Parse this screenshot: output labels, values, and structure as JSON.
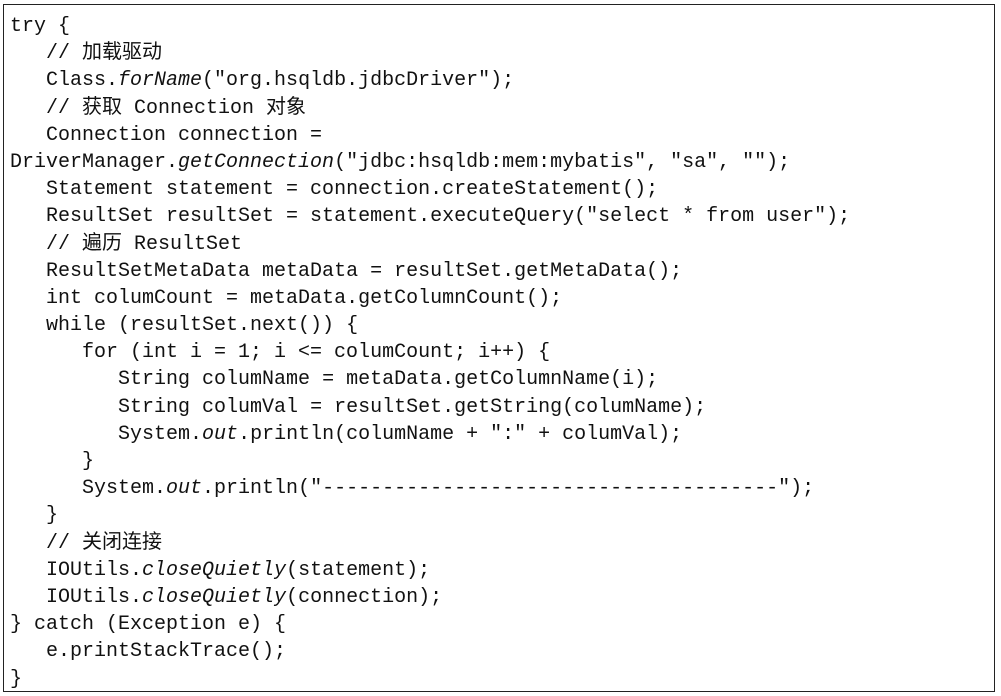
{
  "code": {
    "lines": [
      {
        "indent": "",
        "tokens": [
          {
            "t": "try {"
          }
        ]
      },
      {
        "indent": "   ",
        "tokens": [
          {
            "t": "// 加载驱动",
            "k": "comment"
          }
        ]
      },
      {
        "indent": "   ",
        "tokens": [
          {
            "t": "Class."
          },
          {
            "t": "forName",
            "k": "italic"
          },
          {
            "t": "(\"org.hsqldb.jdbcDriver\");"
          }
        ]
      },
      {
        "indent": "   ",
        "tokens": [
          {
            "t": "// 获取 Connection 对象",
            "k": "comment"
          }
        ]
      },
      {
        "indent": "   ",
        "tokens": [
          {
            "t": "Connection connection ="
          }
        ]
      },
      {
        "indent": "",
        "tokens": [
          {
            "t": "DriverManager."
          },
          {
            "t": "getConnection",
            "k": "italic"
          },
          {
            "t": "(\"jdbc:hsqldb:mem:mybatis\", \"sa\", \"\");"
          }
        ]
      },
      {
        "indent": "   ",
        "tokens": [
          {
            "t": "Statement statement = connection.createStatement();"
          }
        ]
      },
      {
        "indent": "   ",
        "tokens": [
          {
            "t": "ResultSet resultSet = statement.executeQuery(\"select * from user\");"
          }
        ]
      },
      {
        "indent": "   ",
        "tokens": [
          {
            "t": "// 遍历 ResultSet",
            "k": "comment"
          }
        ]
      },
      {
        "indent": "   ",
        "tokens": [
          {
            "t": "ResultSetMetaData metaData = resultSet.getMetaData();"
          }
        ]
      },
      {
        "indent": "   ",
        "tokens": [
          {
            "t": "int columCount = metaData.getColumnCount();"
          }
        ]
      },
      {
        "indent": "   ",
        "tokens": [
          {
            "t": "while (resultSet.next()) {"
          }
        ]
      },
      {
        "indent": "      ",
        "tokens": [
          {
            "t": "for (int i = 1; i <= columCount; i++) {"
          }
        ]
      },
      {
        "indent": "         ",
        "tokens": [
          {
            "t": "String columName = metaData.getColumnName(i);"
          }
        ]
      },
      {
        "indent": "         ",
        "tokens": [
          {
            "t": "String columVal = resultSet.getString(columName);"
          }
        ]
      },
      {
        "indent": "         ",
        "tokens": [
          {
            "t": "System."
          },
          {
            "t": "out",
            "k": "italic"
          },
          {
            "t": ".println(columName + \":\" + columVal);"
          }
        ]
      },
      {
        "indent": "      ",
        "tokens": [
          {
            "t": "}"
          }
        ]
      },
      {
        "indent": "      ",
        "tokens": [
          {
            "t": "System."
          },
          {
            "t": "out",
            "k": "italic"
          },
          {
            "t": ".println(\"--------------------------------------\");"
          }
        ]
      },
      {
        "indent": "   ",
        "tokens": [
          {
            "t": "}"
          }
        ]
      },
      {
        "indent": "   ",
        "tokens": [
          {
            "t": "// 关闭连接",
            "k": "comment"
          }
        ]
      },
      {
        "indent": "   ",
        "tokens": [
          {
            "t": "IOUtils."
          },
          {
            "t": "closeQuietly",
            "k": "italic"
          },
          {
            "t": "(statement);"
          }
        ]
      },
      {
        "indent": "   ",
        "tokens": [
          {
            "t": "IOUtils."
          },
          {
            "t": "closeQuietly",
            "k": "italic"
          },
          {
            "t": "(connection);"
          }
        ]
      },
      {
        "indent": "",
        "tokens": [
          {
            "t": "} catch (Exception e) {"
          }
        ]
      },
      {
        "indent": "   ",
        "tokens": [
          {
            "t": "e.printStackTrace();"
          }
        ]
      },
      {
        "indent": "",
        "tokens": [
          {
            "t": "}"
          }
        ]
      }
    ]
  }
}
